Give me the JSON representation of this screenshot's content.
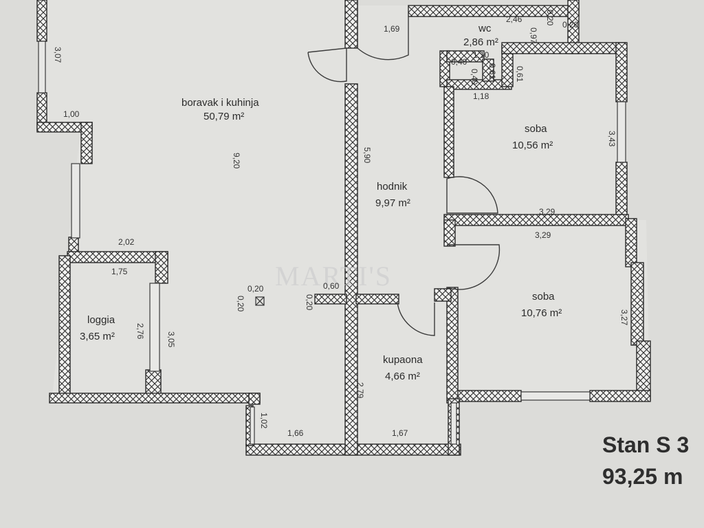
{
  "plan": {
    "title_line1": "Stan S 3",
    "title_line2": "93,25 m",
    "watermark": "MARTI'S",
    "rooms": {
      "living": {
        "name": "boravak i kuhinja",
        "area": "50,79 m²"
      },
      "hall": {
        "name": "hodnik",
        "area": "9,97 m²"
      },
      "wc": {
        "name": "wc",
        "area": "2,86 m²"
      },
      "room1": {
        "name": "soba",
        "area": "10,56 m²"
      },
      "room2": {
        "name": "soba",
        "area": "10,76 m²"
      },
      "bathroom": {
        "name": "kupaona",
        "area": "4,66 m²"
      },
      "loggia": {
        "name": "loggia",
        "area": "3,65 m²"
      }
    },
    "dimensions": {
      "d_307": "3,07",
      "d_100": "1,00",
      "d_920": "9,20",
      "d_202": "2,02",
      "d_175": "1,75",
      "d_276": "2,76",
      "d_305": "3,05",
      "d_020a": "0,20",
      "d_020b": "0,20",
      "d_060": "0,60",
      "d_020c": "0,20",
      "d_590": "5,90",
      "d_169": "1,69",
      "d_246": "2,46",
      "d_020d": "0,20",
      "d_020e": "0,20",
      "d_097": "0,97",
      "d_110": "1,10",
      "d_040a": "0,40",
      "d_040b": "0,40",
      "d_061a": "0,61",
      "d_061b": "0,61",
      "d_118": "1,18",
      "d_343": "3,43",
      "d_329a": "3,29",
      "d_329b": "3,29",
      "d_327": "3,27",
      "d_279": "2,79",
      "d_102": "1,02",
      "d_166": "1,66",
      "d_167": "1,67"
    }
  }
}
